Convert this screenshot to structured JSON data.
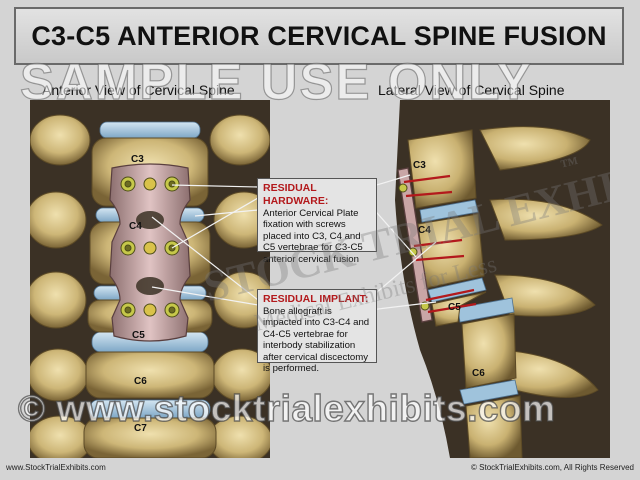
{
  "title": "C3-C5 ANTERIOR CERVICAL SPINE FUSION",
  "watermark": {
    "sample": "SAMPLE USE ONLY",
    "url": "© www.stocktrialexhibits.com",
    "logo_main": "STOCK TRIAL EXHIBITS",
    "logo_tag": "Medical Exhibits for Less",
    "trademark": "™"
  },
  "views": {
    "anterior": {
      "label": "Anterior View of Cervical Spine",
      "vertebrae": [
        "C3",
        "C4",
        "C5",
        "C6",
        "C7"
      ]
    },
    "lateral": {
      "label": "Lateral View of Cervical Spine",
      "vertebrae": [
        "C3",
        "C4",
        "C5",
        "C6"
      ]
    }
  },
  "callouts": {
    "hardware": {
      "heading": "RESIDUAL HARDWARE:",
      "text": "Anterior Cervical Plate fixation with screws placed into C3, C4 and C5 vertebrae for C3-C5 anterior cervical fusion"
    },
    "implant": {
      "heading": "RESIDUAL IMPLANT:",
      "text": "Bone allograft is impacted into C3-C4 and C4-C5 vertebrae for interbody stabilization after cervical discectomy is performed."
    }
  },
  "footer": {
    "left": "www.StockTrialExhibits.com",
    "right": "© StockTrialExhibits.com, All Rights Reserved"
  },
  "colors": {
    "title_bg": "#d6d6d6",
    "bone": "#d8c48a",
    "bone_shadow": "#7a6436",
    "disc": "#9fc3dc",
    "plate": "#c9a6a6",
    "screw": "#b6b83a",
    "callout_heading": "#b3191c",
    "background_dark": "#3b3125"
  }
}
